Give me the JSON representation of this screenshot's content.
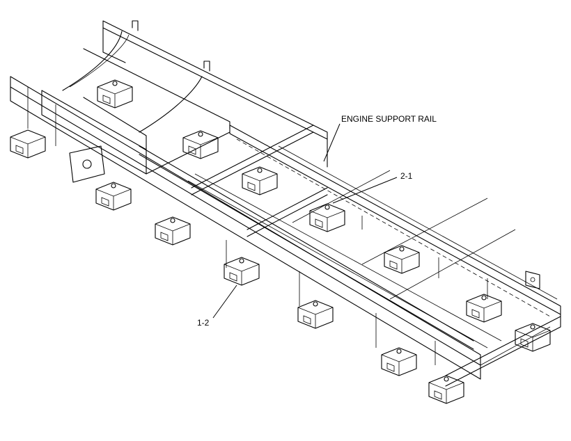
{
  "labels": {
    "engine_support_rail": "ENGINE SUPPORT RAIL",
    "callout_2_1": "2-1",
    "callout_1_2": "1-2"
  }
}
